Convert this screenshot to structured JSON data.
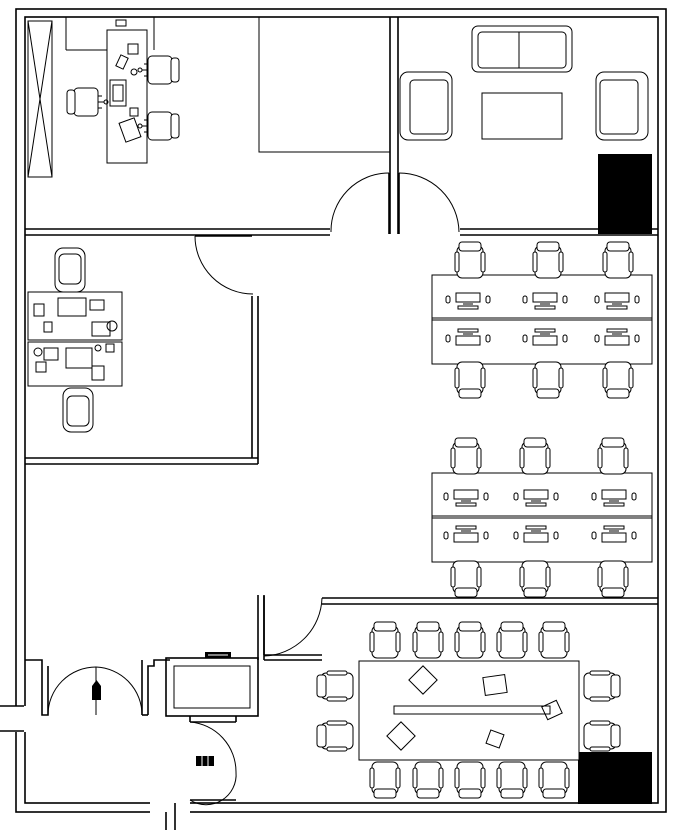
{
  "diagram": {
    "type": "office-floor-plan",
    "colors": {
      "line": "#000000",
      "background": "#ffffff",
      "solid_fill": "#000000"
    },
    "rooms": [
      {
        "id": "executive-office",
        "furniture": [
          "desk",
          "armchair",
          "visitor-chair",
          "visitor-chair",
          "shelf"
        ]
      },
      {
        "id": "closet"
      },
      {
        "id": "lounge",
        "furniture": [
          "sofa",
          "armchair",
          "armchair",
          "coffee-table"
        ]
      },
      {
        "id": "twin-desk-office",
        "furniture": [
          "desk",
          "desk",
          "office-chair",
          "office-chair"
        ]
      },
      {
        "id": "open-workspace",
        "furniture": [
          "workstation-cluster",
          "workstation-cluster"
        ],
        "workstations": 12
      },
      {
        "id": "meeting-room",
        "furniture": [
          "conference-table"
        ],
        "chairs": 14
      },
      {
        "id": "entrance-lobby",
        "furniture": [
          "reception-counter"
        ]
      }
    ],
    "doors": 6
  }
}
